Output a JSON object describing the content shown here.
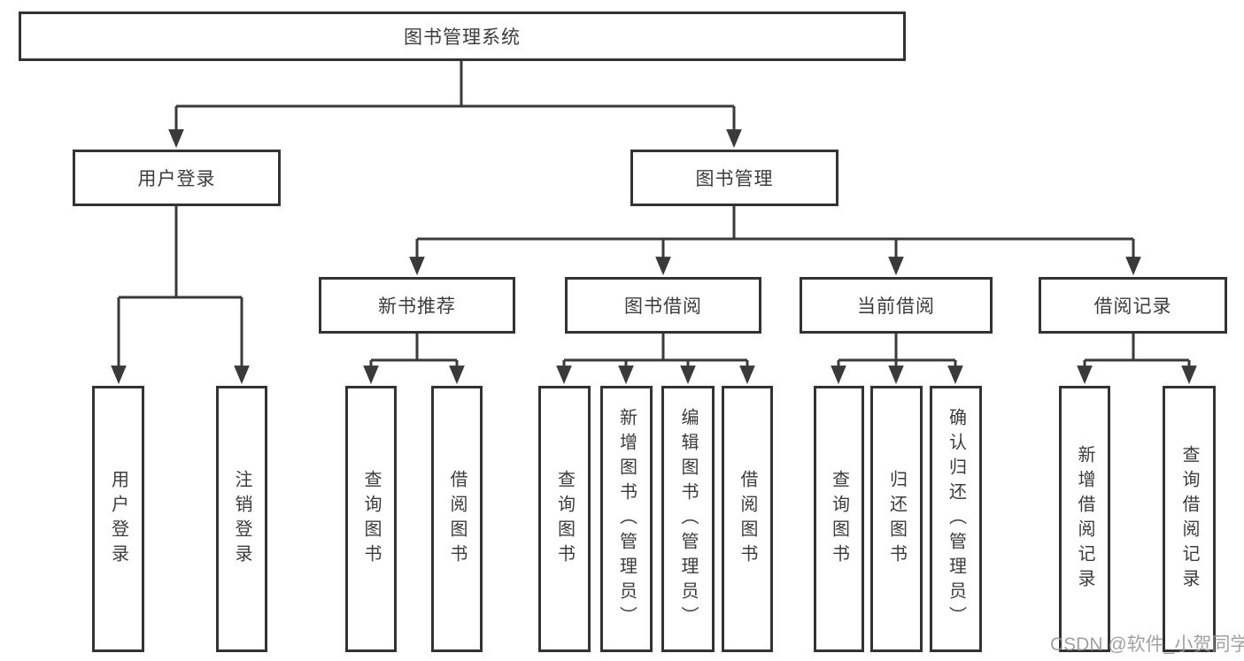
{
  "diagram_title": "图书管理系统",
  "tree": {
    "label": "图书管理系统",
    "children": [
      {
        "label": "用户登录",
        "children": [
          {
            "label": "用户登录"
          },
          {
            "label": "注销登录"
          }
        ]
      },
      {
        "label": "图书管理",
        "children": [
          {
            "label": "新书推荐",
            "children": [
              {
                "label": "查询图书"
              },
              {
                "label": "借阅图书"
              }
            ]
          },
          {
            "label": "图书借阅",
            "children": [
              {
                "label": "查询图书"
              },
              {
                "label": "新增图书（管理员）"
              },
              {
                "label": "编辑图书（管理员）"
              },
              {
                "label": "借阅图书"
              }
            ]
          },
          {
            "label": "当前借阅",
            "children": [
              {
                "label": "查询图书"
              },
              {
                "label": "归还图书"
              },
              {
                "label": "确认归还（管理员）"
              }
            ]
          },
          {
            "label": "借阅记录",
            "children": [
              {
                "label": "新增借阅记录"
              },
              {
                "label": "查询借阅记录"
              }
            ]
          }
        ]
      }
    ]
  },
  "watermark": "CSDN @软件_小贺同学",
  "colors": {
    "line": "#3a3a3a",
    "box_border": "#333333",
    "text": "#3c3c3c",
    "watermark": "#949494",
    "background": "#ffffff"
  }
}
